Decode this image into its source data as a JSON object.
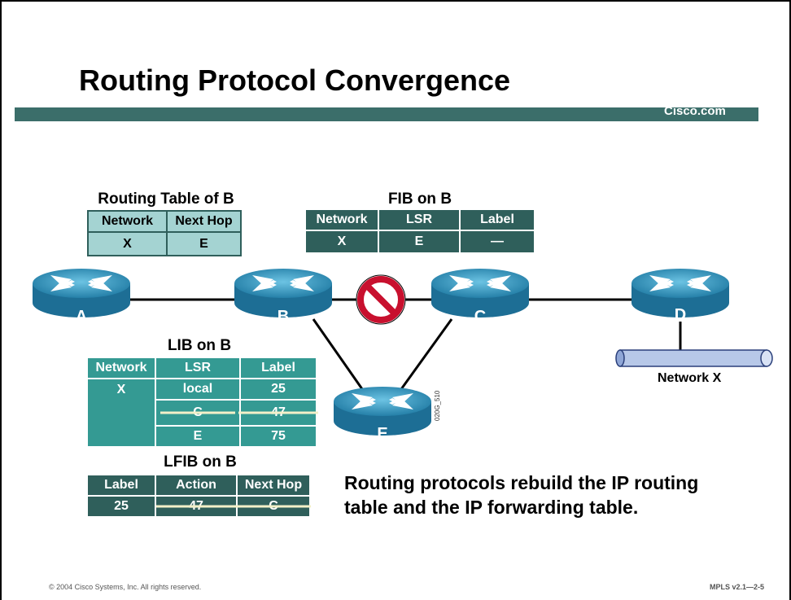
{
  "slide": {
    "title": "Routing Protocol Convergence",
    "brand": "Cisco.com",
    "footer_left": "© 2004 Cisco Systems, Inc. All rights reserved.",
    "footer_right": "MPLS v2.1—2-5",
    "figure_code": "020G_510",
    "caption_line1": "Routing protocols rebuild the IP routing",
    "caption_line2": "table and the IP forwarding table."
  },
  "routers": {
    "a": "A",
    "b": "B",
    "c": "C",
    "d": "D",
    "e": "E"
  },
  "network_label": "Network X",
  "routing_table": {
    "caption": "Routing Table of B",
    "headers": [
      "Network",
      "Next Hop"
    ],
    "row": [
      "X",
      "E"
    ]
  },
  "fib": {
    "caption": "FIB on B",
    "headers": [
      "Network",
      "LSR",
      "Label"
    ],
    "row": [
      "X",
      "E",
      "—"
    ]
  },
  "lib": {
    "caption": "LIB on B",
    "headers": [
      "Network",
      "LSR",
      "Label"
    ],
    "network": "X",
    "rows": [
      [
        "local",
        "25"
      ],
      [
        "C",
        "47"
      ],
      [
        "E",
        "75"
      ]
    ]
  },
  "lfib": {
    "caption": "LFIB on B",
    "headers": [
      "Label",
      "Action",
      "Next Hop"
    ],
    "row": [
      "25",
      "47",
      "C"
    ]
  },
  "colors": {
    "teal_dark": "#2f5f5b",
    "teal_mid": "#349a93",
    "teal_light": "#a4d3d2",
    "router": "#2f8fb5",
    "no_sign": "#c8102e"
  }
}
